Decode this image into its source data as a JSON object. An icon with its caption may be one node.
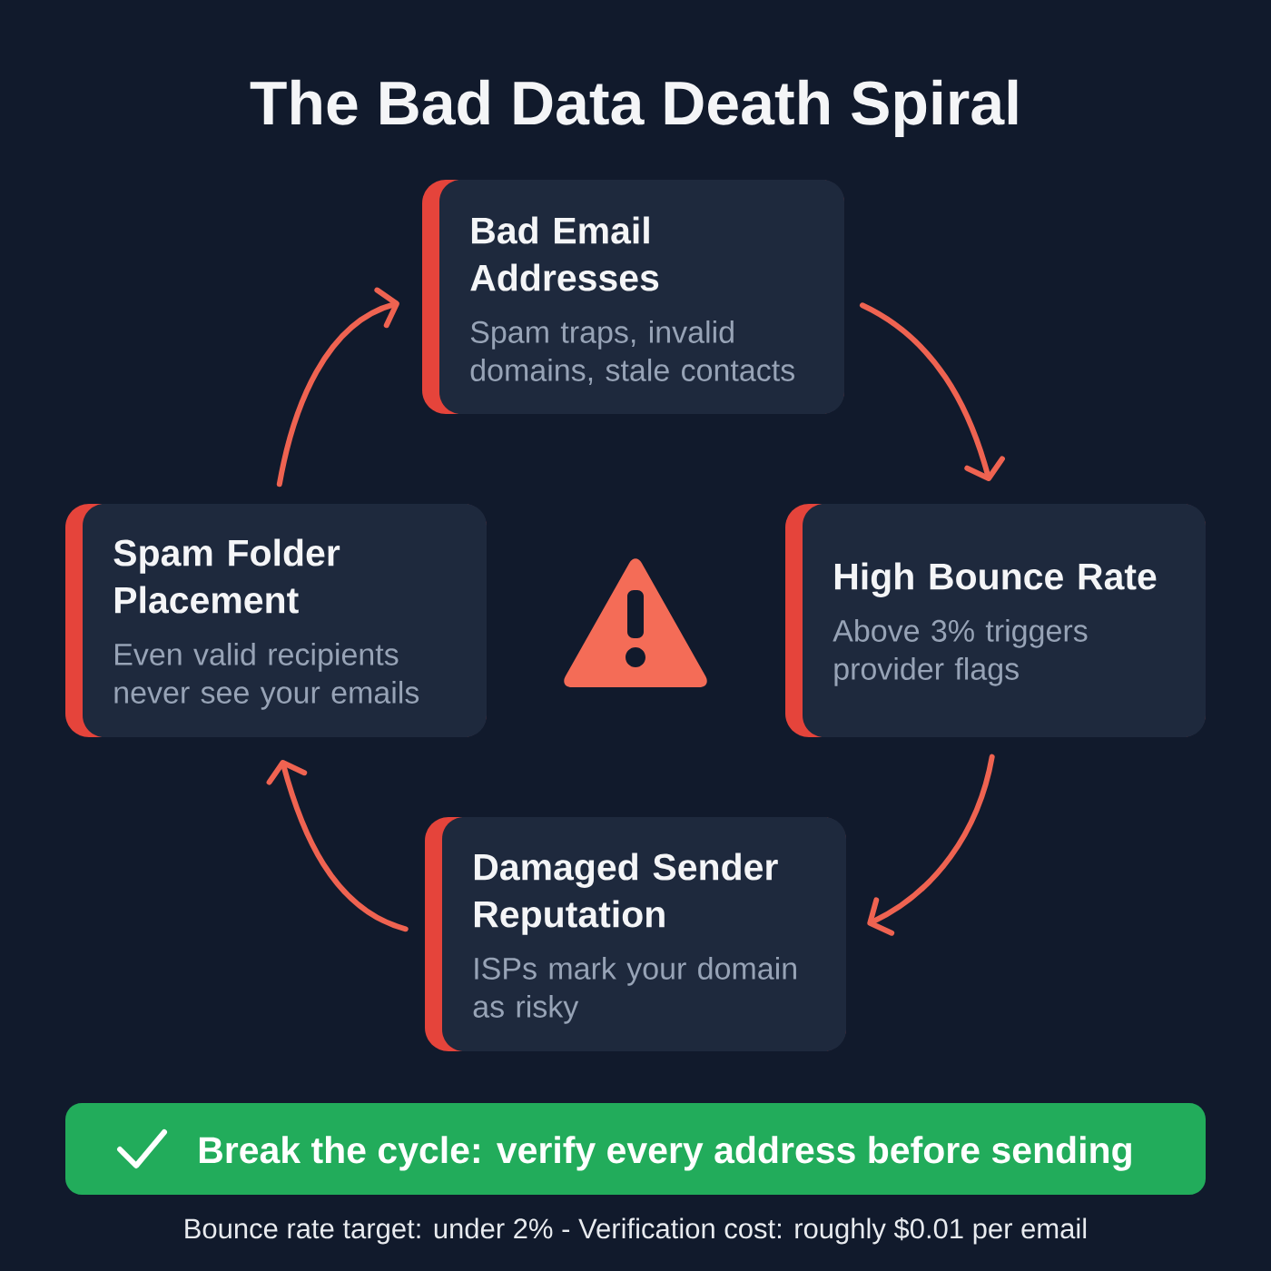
{
  "diagram": {
    "title": "The Bad Data Death Spiral",
    "nodes": [
      {
        "text": [
          "Bad Email Addresses",
          "Spam traps, invalid domains, stale contacts"
        ]
      },
      {
        "text": [
          "High Bounce Rate",
          "Above 3% triggers provider flags"
        ]
      },
      {
        "text": [
          "Damaged Sender Reputation",
          "ISPs mark your domain as risky"
        ]
      },
      {
        "text": [
          "Spam Folder Placement",
          "Even valid recipients never see your emails"
        ]
      },
      {
        "text": [
          "Break the cycle: verify every address before sending"
        ]
      }
    ],
    "edges": [
      {
        "from": 0,
        "to": 1,
        "arrow": "to"
      },
      {
        "from": 1,
        "to": 2,
        "arrow": "to"
      },
      {
        "from": 2,
        "to": 3,
        "arrow": "to"
      },
      {
        "from": 3,
        "to": 0,
        "arrow": "to"
      }
    ],
    "labels": [
      "Bounce rate target: under 2% - Verification cost: roughly $0.01 per email"
    ]
  }
}
